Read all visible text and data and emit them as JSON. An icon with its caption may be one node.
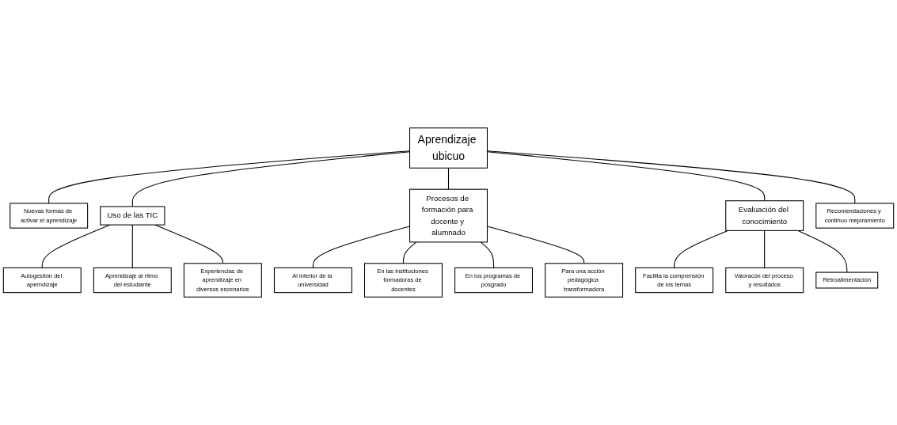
{
  "diagram": {
    "nodes": [
      {
        "text": [
          "Aprendizaje ubicuo"
        ]
      },
      {
        "text": [
          "Nuevas formas de activar el aprendizaje"
        ]
      },
      {
        "text": [
          "Uso de las TIC"
        ]
      },
      {
        "text": [
          "Procesos de formación para docente y alumnado"
        ]
      },
      {
        "text": [
          "Evaluación del conocimiento"
        ]
      },
      {
        "text": [
          "Recomendaciones y continuo mejoramiento"
        ]
      },
      {
        "text": [
          "Autogestión del aperndizaje"
        ]
      },
      {
        "text": [
          "Aprendizaje al ritmo del estudiante"
        ]
      },
      {
        "text": [
          "Experiencias de aprendizaje en diversos escenarios"
        ]
      },
      {
        "text": [
          "Al interior de la universidad"
        ]
      },
      {
        "text": [
          "En las instituciones formadoras de docentes"
        ]
      },
      {
        "text": [
          "En los programas de posgrado"
        ]
      },
      {
        "text": [
          "Para una acción pedagógica transformadora"
        ]
      },
      {
        "text": [
          "Facilita la comprensión de los temas"
        ]
      },
      {
        "text": [
          "Valoracón del proceso y resultados"
        ]
      },
      {
        "text": [
          "Retroalimentación"
        ]
      }
    ],
    "edges": [
      {
        "from": 0,
        "to": 1,
        "arrow": "none"
      },
      {
        "from": 0,
        "to": 2,
        "arrow": "none"
      },
      {
        "from": 0,
        "to": 3,
        "arrow": "none"
      },
      {
        "from": 0,
        "to": 4,
        "arrow": "none"
      },
      {
        "from": 0,
        "to": 5,
        "arrow": "none"
      },
      {
        "from": 2,
        "to": 6,
        "arrow": "none"
      },
      {
        "from": 2,
        "to": 7,
        "arrow": "none"
      },
      {
        "from": 2,
        "to": 8,
        "arrow": "none"
      },
      {
        "from": 3,
        "to": 9,
        "arrow": "none"
      },
      {
        "from": 3,
        "to": 10,
        "arrow": "none"
      },
      {
        "from": 3,
        "to": 11,
        "arrow": "none"
      },
      {
        "from": 3,
        "to": 12,
        "arrow": "none"
      },
      {
        "from": 4,
        "to": 13,
        "arrow": "none"
      },
      {
        "from": 4,
        "to": 14,
        "arrow": "none"
      },
      {
        "from": 4,
        "to": 15,
        "arrow": "none"
      }
    ]
  }
}
